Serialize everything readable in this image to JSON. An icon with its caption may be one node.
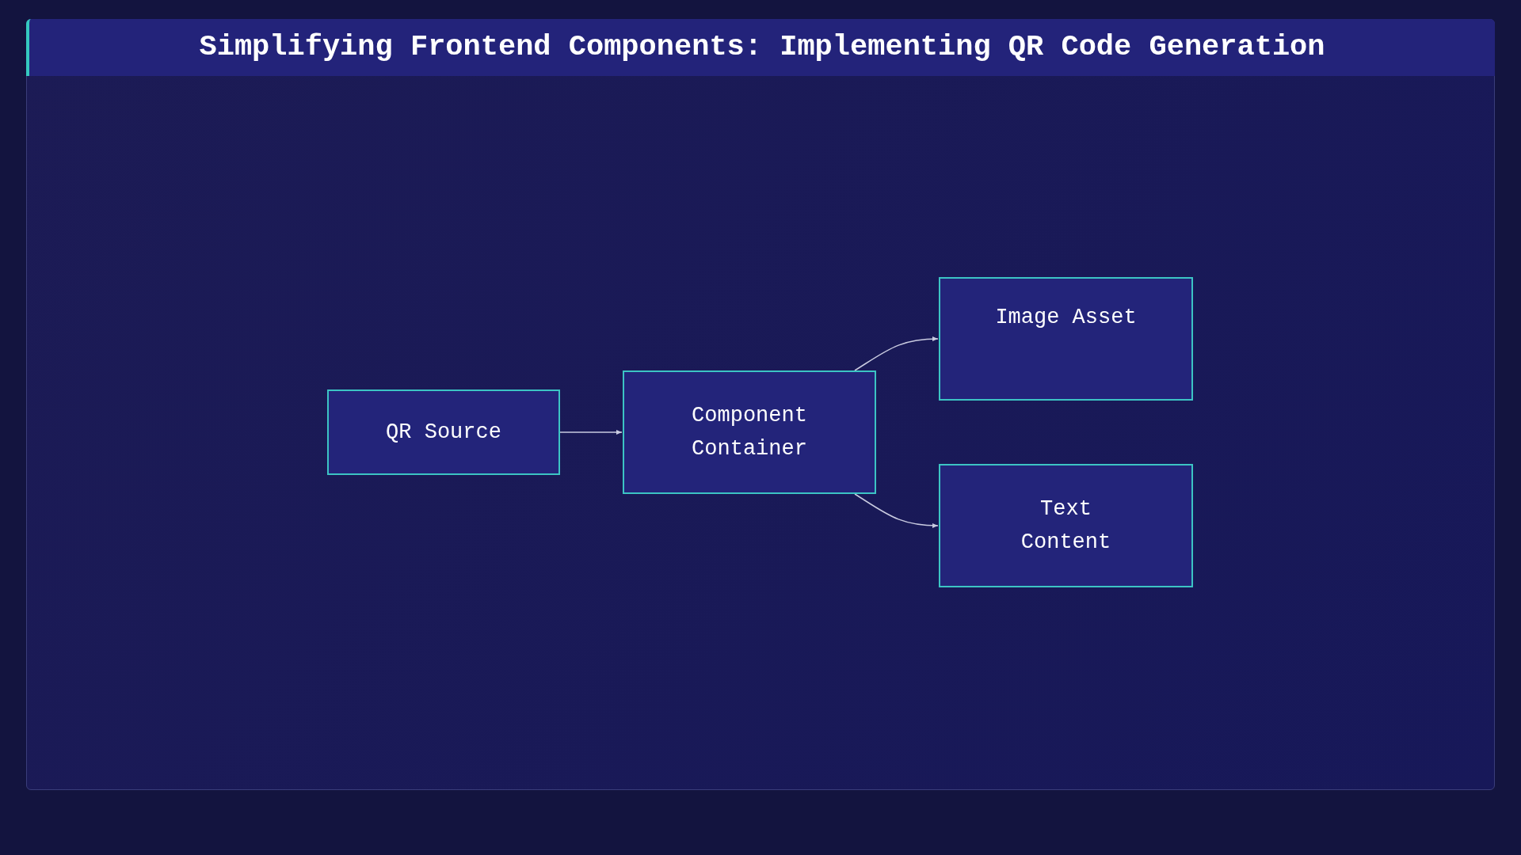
{
  "diagram": {
    "title": "Simplifying Frontend Components: Implementing QR Code Generation",
    "nodes": [
      {
        "text": [
          "QR Source"
        ]
      },
      {
        "text": [
          "Component Container"
        ]
      },
      {
        "text": [
          "Image Asset"
        ]
      },
      {
        "text": [
          "Text Content"
        ]
      }
    ],
    "edges": [
      {
        "from": 0,
        "to": 1,
        "arrow": "to"
      },
      {
        "from": 1,
        "to": 2,
        "arrow": "to"
      },
      {
        "from": 1,
        "to": 3,
        "arrow": "to"
      }
    ]
  }
}
